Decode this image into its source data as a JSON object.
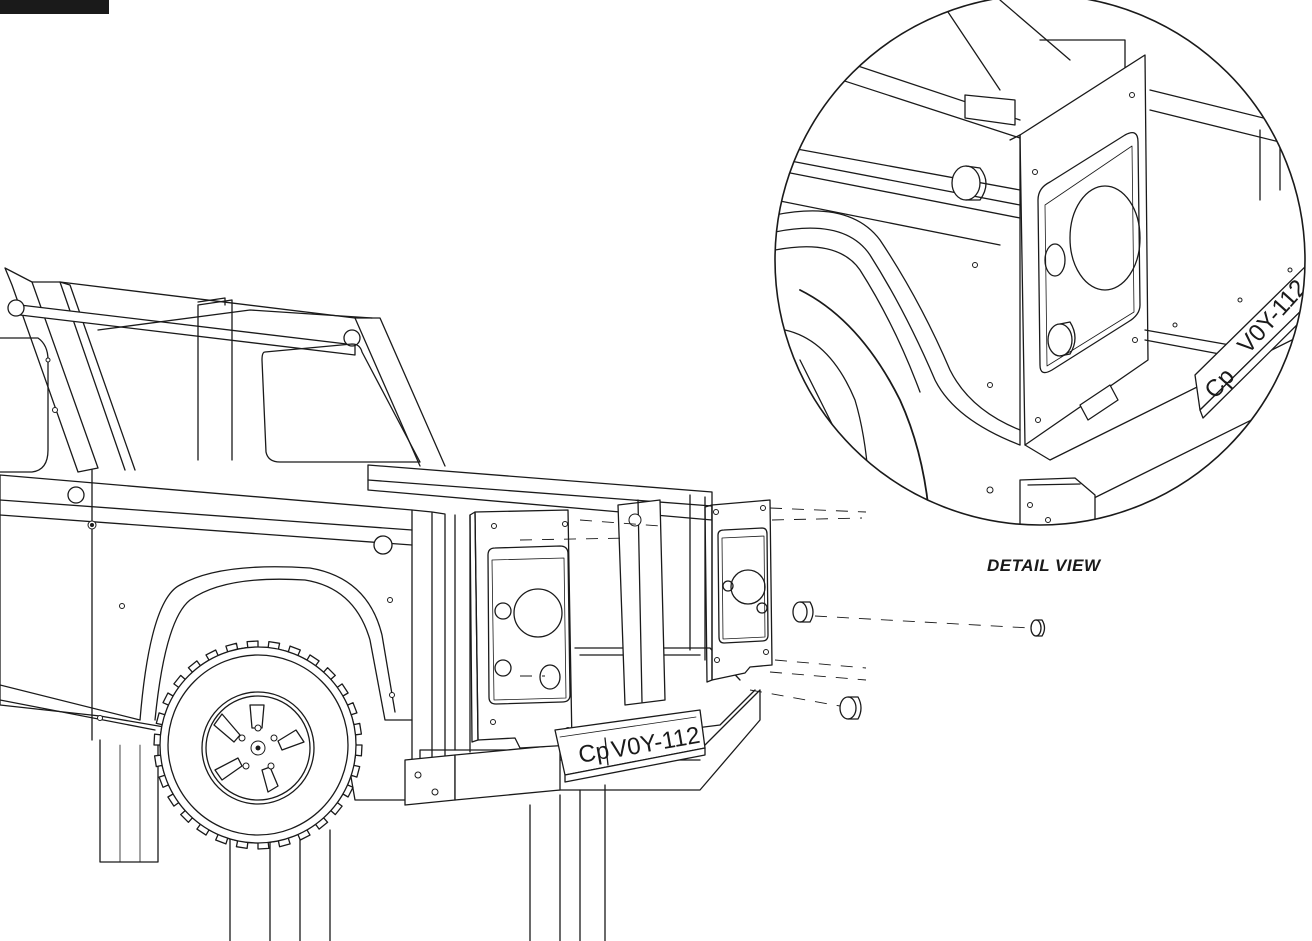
{
  "detail_label": "DETAIL VIEW",
  "plate": {
    "prefix": "Cp",
    "number": "V0Y-112"
  },
  "detail_plate": {
    "prefix": "Cp",
    "number": "V0Y-112"
  }
}
